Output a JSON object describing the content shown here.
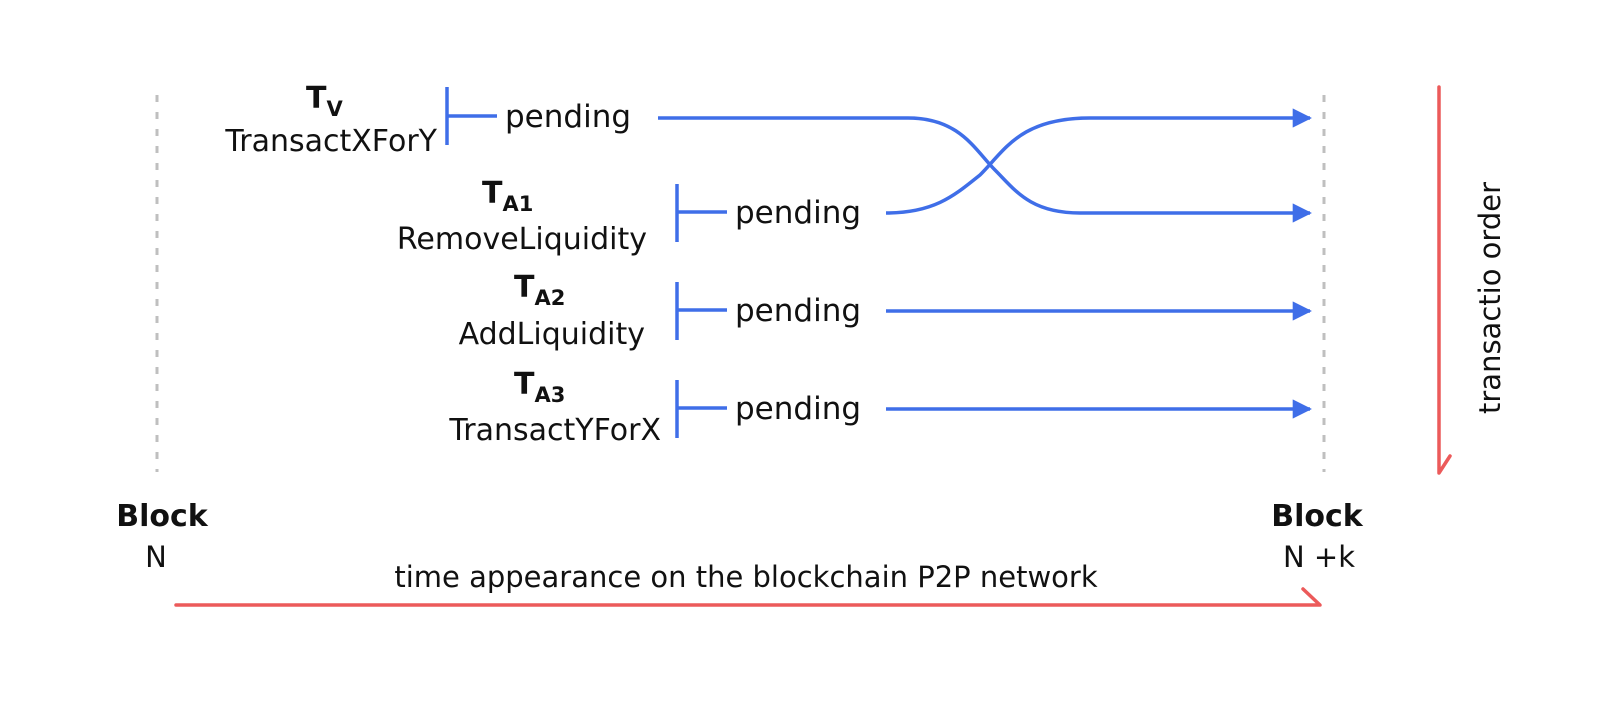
{
  "colors": {
    "flow": "#3f6ee8",
    "axis": "#ec5a5a",
    "boundary": "#bfbfbf",
    "text": "#111111"
  },
  "transactions": [
    {
      "id_main": "T",
      "id_sub": "V",
      "name": "TransactXForY",
      "status": "pending"
    },
    {
      "id_main": "T",
      "id_sub": "A1",
      "name": "RemoveLiquidity",
      "status": "pending"
    },
    {
      "id_main": "T",
      "id_sub": "A2",
      "name": "AddLiquidity",
      "status": "pending"
    },
    {
      "id_main": "T",
      "id_sub": "A3",
      "name": "TransactYForX",
      "status": "pending"
    }
  ],
  "block_start": {
    "title": "Block",
    "number": "N"
  },
  "block_end": {
    "title": "Block",
    "number": "N +k"
  },
  "time_axis_label": "time appearance on the blockchain P2P network",
  "order_axis_label": "transactio order"
}
